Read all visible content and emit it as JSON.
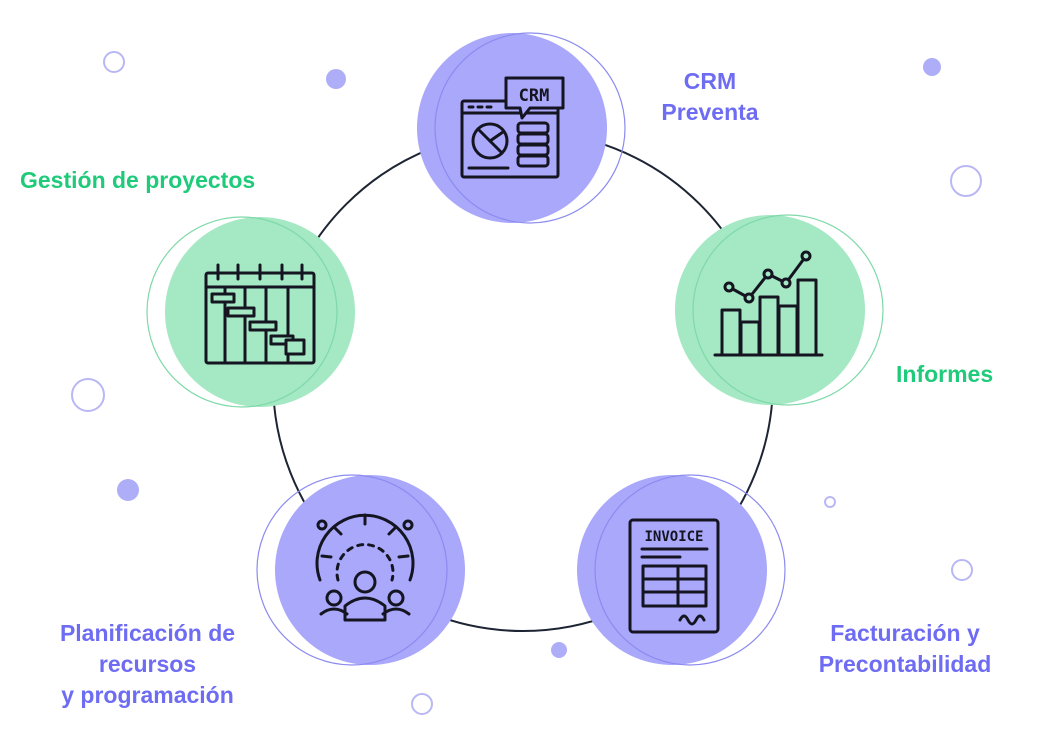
{
  "colors": {
    "purple_fill": "#a9a8fb",
    "purple_text": "#6e6cf2",
    "green_fill": "#a4e8c4",
    "green_text": "#1fcb7a",
    "icon_stroke": "#151522",
    "ring_line": "#1d2433"
  },
  "nodes": [
    {
      "id": "crm",
      "icon": "crm-window-icon",
      "icon_text": "CRM",
      "label_lines": [
        "CRM",
        "Preventa"
      ]
    },
    {
      "id": "informes",
      "icon": "bar-chart-trend-icon",
      "label_lines": [
        "Informes"
      ]
    },
    {
      "id": "facturacion",
      "icon": "invoice-icon",
      "icon_text": "INVOICE",
      "label_lines": [
        "Facturación y",
        "Precontabilidad"
      ]
    },
    {
      "id": "planificacion",
      "icon": "gear-team-icon",
      "label_lines": [
        "Planificación de",
        "recursos",
        "y programación"
      ]
    },
    {
      "id": "proyectos",
      "icon": "gantt-calendar-icon",
      "label_lines": [
        "Gestión de proyectos"
      ]
    }
  ]
}
